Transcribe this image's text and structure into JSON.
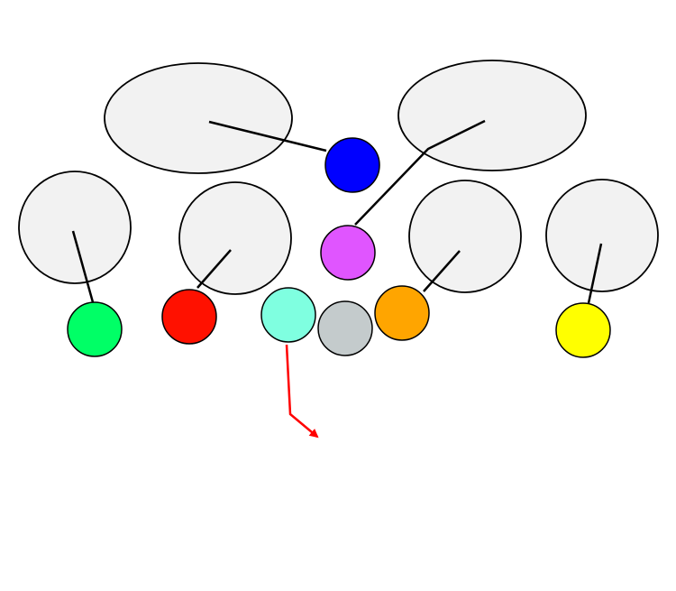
{
  "colors": {
    "background": "#ffffff",
    "zone_fill": "#f2f2f2",
    "outline": "#000000",
    "route": "#ff0000"
  },
  "zones": [
    {
      "name": "deep-zone-left"
    },
    {
      "name": "deep-zone-right"
    },
    {
      "name": "underneath-zone-1"
    },
    {
      "name": "underneath-zone-2"
    },
    {
      "name": "underneath-zone-3"
    },
    {
      "name": "underneath-zone-4"
    }
  ],
  "players": [
    {
      "color": "#0000ff"
    },
    {
      "color": "#e055ff"
    },
    {
      "color": "#00ff66"
    },
    {
      "color": "#ff1100"
    },
    {
      "color": "#7fffe0"
    },
    {
      "color": "#c4cbcc"
    },
    {
      "color": "#ffa500"
    },
    {
      "color": "#ffff00"
    }
  ]
}
